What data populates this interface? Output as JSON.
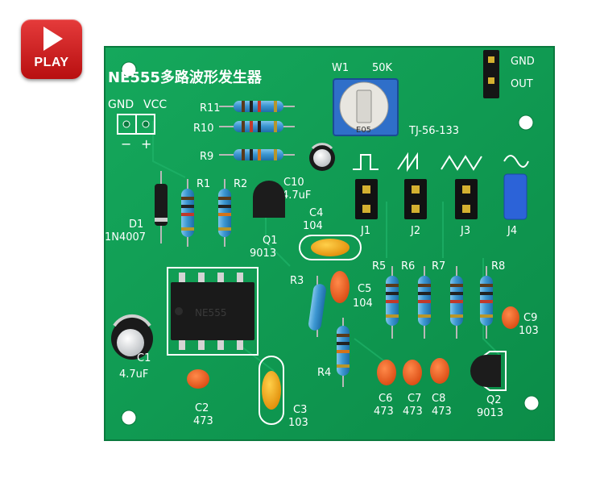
{
  "play_button": {
    "label": "PLAY",
    "icon": "play-icon",
    "color": "#d42121"
  },
  "board": {
    "title": "NE555多路波形发生器",
    "pcb_color": "#0f9a52",
    "power_labels": {
      "gnd": "GND",
      "vcc": "VCC",
      "minus": "−",
      "plus": "+"
    },
    "output_labels": {
      "gnd": "GND",
      "out": "OUT"
    },
    "pot": {
      "ref": "W1",
      "value": "50K",
      "marking": "E05",
      "model": "TJ-56-133"
    },
    "jumpers": [
      "J1",
      "J2",
      "J3",
      "J4"
    ],
    "resistors": [
      "R1",
      "R2",
      "R3",
      "R4",
      "R5",
      "R6",
      "R7",
      "R8",
      "R9",
      "R10",
      "R11"
    ],
    "diode": {
      "ref": "D1",
      "part": "1N4007"
    },
    "transistors": [
      {
        "ref": "Q1",
        "part": "9013"
      },
      {
        "ref": "Q2",
        "part": "9013"
      }
    ],
    "capacitors": {
      "c1": {
        "ref": "C1",
        "value": "4.7uF"
      },
      "c2": {
        "ref": "C2",
        "value": "473"
      },
      "c3": {
        "ref": "C3",
        "value": "103"
      },
      "c4": {
        "ref": "C4",
        "value": "104"
      },
      "c5": {
        "ref": "C5",
        "value": "104"
      },
      "c6": {
        "ref": "C6",
        "value": "473"
      },
      "c7": {
        "ref": "C7",
        "value": "473"
      },
      "c8": {
        "ref": "C8",
        "value": "473"
      },
      "c9": {
        "ref": "C9",
        "value": "103"
      },
      "c10": {
        "ref": "C10",
        "value": "4.7uF"
      }
    },
    "chip": "NE555"
  }
}
